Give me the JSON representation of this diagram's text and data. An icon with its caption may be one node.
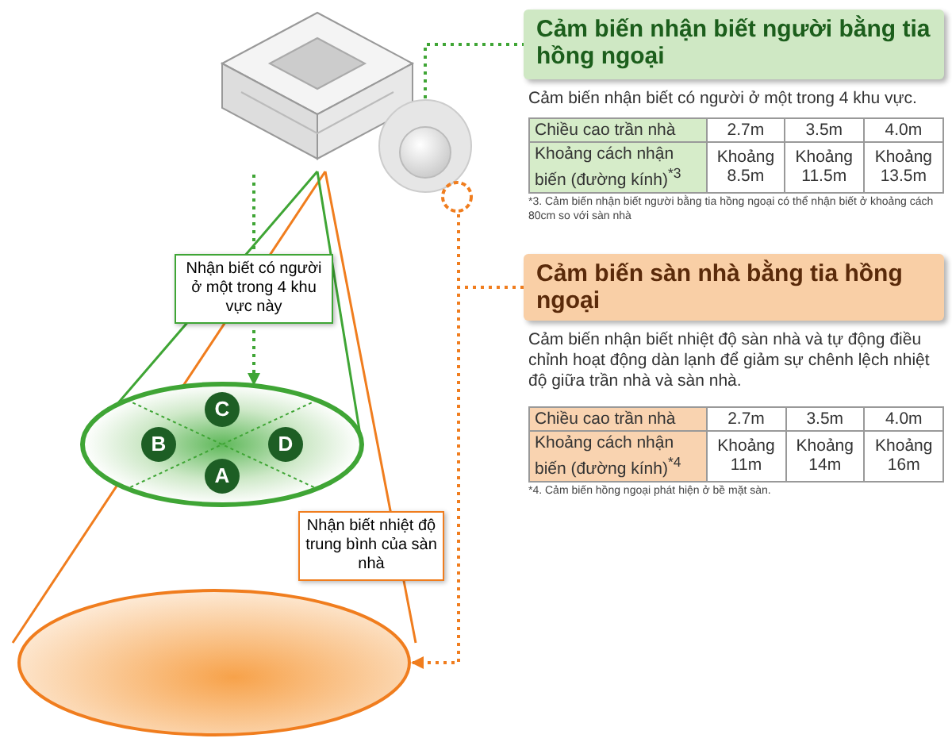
{
  "diagram": {
    "nodes": [
      {
        "text": [],
        "shape": "picture"
      },
      {
        "text": [],
        "shape": "circle"
      },
      {
        "text": [],
        "shape": "circle"
      },
      {
        "text": [
          "Cảm biến nhận biết người bằng tia hồng ngoại"
        ],
        "beside": [
          "Cảm biến nhận biết có người ở một trong 4 khu vực."
        ]
      },
      {
        "text": [
          "Cảm biến sàn nhà bằng tia hồng ngoại"
        ],
        "beside": [
          "Cảm biến nhận biết nhiệt độ sàn nhà và tự động điều chỉnh hoạt động dàn lạnh để giảm sự chênh lệch nhiệt độ giữa trần nhà và sàn nhà."
        ]
      },
      {
        "text": [
          "Nhận biết có người ở một trong 4 khu vực này"
        ]
      },
      {
        "text": [],
        "shape": "ellipse"
      },
      {
        "text": [
          "C"
        ],
        "in": 6
      },
      {
        "text": [
          "B"
        ],
        "in": 6
      },
      {
        "text": [
          "D"
        ],
        "in": 6
      },
      {
        "text": [
          "A"
        ],
        "in": 6
      },
      {
        "text": [],
        "shape": "ellipse"
      },
      {
        "text": [
          "Nhận biết nhiệt độ trung bình của sàn nhà"
        ]
      }
    ],
    "edges": [
      {
        "from": 1,
        "to": 3,
        "arrow": "none",
        "style": "dashed",
        "color": "#3fa535"
      },
      {
        "from": 2,
        "to": 4,
        "arrow": "none",
        "style": "dashed",
        "color": "#f07d1e"
      },
      {
        "from": 0,
        "to": 5,
        "arrow": "none",
        "style": "dashed",
        "color": "#3fa535"
      },
      {
        "from": 5,
        "to": 6,
        "arrow": "to",
        "style": "dashed",
        "color": "#3fa535"
      },
      {
        "from": 2,
        "to": 11,
        "arrow": "to",
        "style": "dashed",
        "color": "#f07d1e"
      }
    ],
    "labels": [
      "Chiều cao trần nhà",
      "2.7m",
      "3.5m",
      "4.0m",
      "Khoảng cách nhận biến (đường kính)$^{*3}$",
      "Khoảng 8.5m",
      "Khoảng 11.5m",
      "Khoảng 13.5m",
      "*3. Cảm biến nhận biết người bằng tia hồng ngoại có thể nhận biết ở khoảng cách 80cm so với sàn nhà",
      "Chiều cao trần nhà",
      "2.7m",
      "3.5m",
      "4.0m",
      "Khoảng cách nhận biến (đường kính)$^{*4}$",
      "Khoảng 11m",
      "Khoảng 14m",
      "Khoảng 16m",
      "*4. Cảm biến hồng ngoại phát hiện ở bề mặt sàn."
    ]
  }
}
